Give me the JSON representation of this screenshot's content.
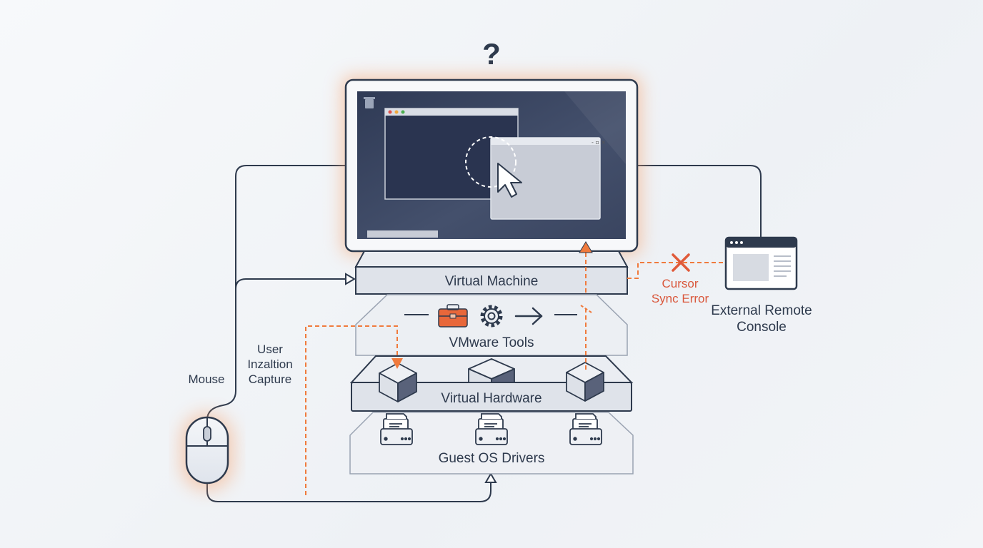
{
  "question_mark": "?",
  "layers": {
    "virtual_machine": "Virtual Machine",
    "vmware_tools": "VMware Tools",
    "virtual_hardware": "Virtual Hardware",
    "guest_os_drivers": "Guest OS Drivers"
  },
  "labels": {
    "mouse": "Mouse",
    "user_capture_line1": "User",
    "user_capture_line2": "Inzaltion",
    "user_capture_line3": "Capture",
    "cursor_sync_error_line1": "Cursor",
    "cursor_sync_error_line2": "Sync Error",
    "external_console_line1": "External Remote",
    "external_console_line2": "Console"
  },
  "colors": {
    "line": "#2e3a4d",
    "accent_orange": "#f07a3c",
    "error_red": "#e05a3a",
    "screen_dark": "#3a4560",
    "layer_fill": "#e6e9ef"
  },
  "icons": [
    "question-icon",
    "trash-icon",
    "cursor-icon",
    "toolbox-icon",
    "gear-icon",
    "arrow-right-icon",
    "cube-icon",
    "printer-icon",
    "mouse-icon",
    "error-x-icon",
    "browser-window-icon"
  ]
}
